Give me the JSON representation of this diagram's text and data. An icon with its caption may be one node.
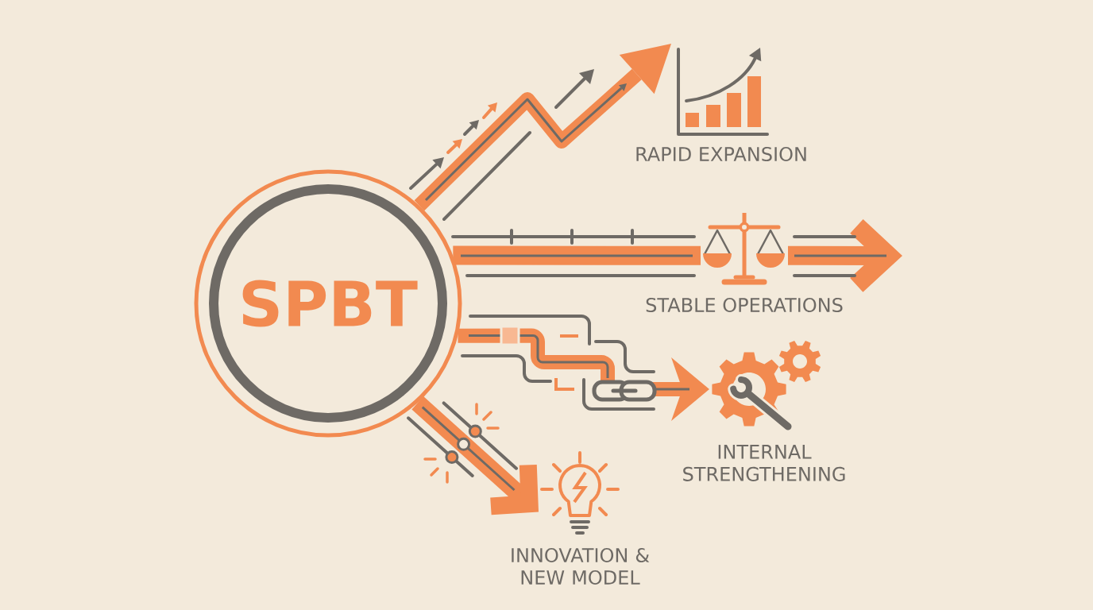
{
  "diagram": {
    "nodes": [
      {
        "text": [
          "SPBT"
        ]
      },
      {
        "text": [],
        "shape": "picture",
        "beside": [
          "RAPID EXPANSION"
        ]
      },
      {
        "text": [],
        "shape": "picture",
        "beside": [
          "STABLE OPERATIONS"
        ]
      },
      {
        "text": [],
        "shape": "picture",
        "beside": [
          "INTERNAL STRENGTHENING"
        ]
      },
      {
        "text": [],
        "shape": "picture",
        "beside": [
          "INNOVATION & NEW MODEL"
        ]
      }
    ],
    "edges": [
      {
        "from": 0,
        "to": 1,
        "arrow": "to"
      },
      {
        "from": 0,
        "to": 2,
        "arrow": "none"
      },
      {
        "from": 2,
        "to": null,
        "arrow": "to"
      },
      {
        "from": 0,
        "to": 3,
        "arrow": "to"
      },
      {
        "from": 0,
        "to": 4,
        "arrow": "to"
      }
    ]
  }
}
